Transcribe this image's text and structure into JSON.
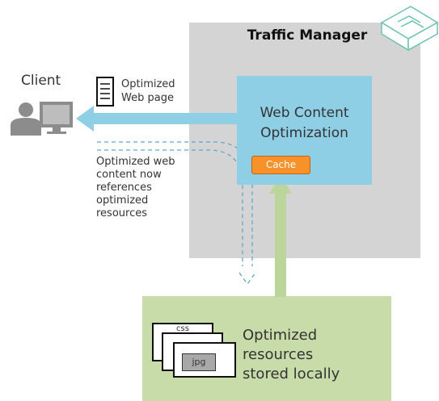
{
  "traffic_manager": {
    "title": "Traffic Manager"
  },
  "wco": {
    "title_line1": "Web Content",
    "title_line2": "Optimization",
    "cache_label": "Cache"
  },
  "client": {
    "label": "Client"
  },
  "page": {
    "line1": "Optimized",
    "line2": "Web page"
  },
  "note": {
    "lines": [
      "Optimized web",
      "content now",
      "references",
      "optimized",
      "resources"
    ]
  },
  "resources": {
    "line1": "Optimized resources",
    "line2": "stored locally",
    "css_label": "css",
    "jpg_label": "jpg"
  },
  "colors": {
    "blue_arrow": "#8fcfe6",
    "green_arrow": "#bcd59a",
    "cache": "#f7922b",
    "dashed": "#5fa8cc"
  }
}
